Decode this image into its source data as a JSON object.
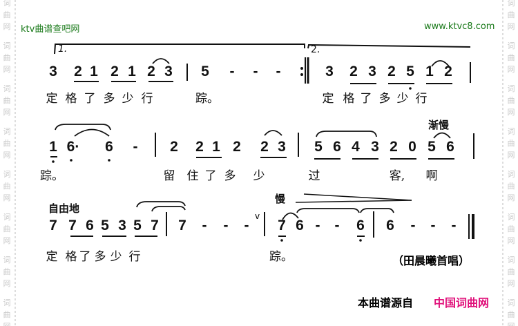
{
  "header": {
    "site_name": "ktv曲谱查吧网",
    "site_url": "www.ktvc8.com"
  },
  "watermark": {
    "text": "词曲网"
  },
  "score": {
    "lines": [
      {
        "notes": [
          "3",
          "2",
          "1",
          "2",
          "1",
          "2",
          "3",
          "5",
          "-",
          "-",
          "-",
          "3",
          "2",
          "3",
          "2",
          "5",
          "1",
          "2"
        ],
        "lyrics": [
          "定",
          "格",
          "了",
          "多",
          "少",
          "行",
          "踪。",
          "定",
          "格",
          "了",
          "多",
          "少",
          "行"
        ],
        "volta_1": "1.",
        "volta_2": "2."
      },
      {
        "notes": [
          "1",
          "6·",
          "6",
          "-",
          "2",
          "2",
          "1",
          "2",
          "2",
          "3",
          "5",
          "6",
          "4",
          "3",
          "2",
          "0",
          "5",
          "6"
        ],
        "lyrics": [
          "踪。",
          "留",
          "住",
          "了",
          "多",
          "少",
          "过",
          "客,",
          "啊"
        ],
        "tempo_mark": "渐慢"
      },
      {
        "notes": [
          "7",
          "7",
          "6",
          "5",
          "3",
          "5",
          "7",
          "7",
          "-",
          "-",
          "-",
          "7",
          "6",
          "-",
          "-",
          "6",
          "6",
          "-",
          "-",
          "-"
        ],
        "lyrics": [
          "定",
          "格",
          "了",
          "多",
          "少",
          "行",
          "踪。"
        ],
        "tempo_mark_start": "自由地",
        "tempo_mark_mid": "慢",
        "breath_mark": "v",
        "credit": "（田晨曦首唱）"
      }
    ]
  },
  "footer": {
    "source_label": "本曲谱源自",
    "source_site": "中国词曲网",
    "source_color": "#e0107a"
  }
}
